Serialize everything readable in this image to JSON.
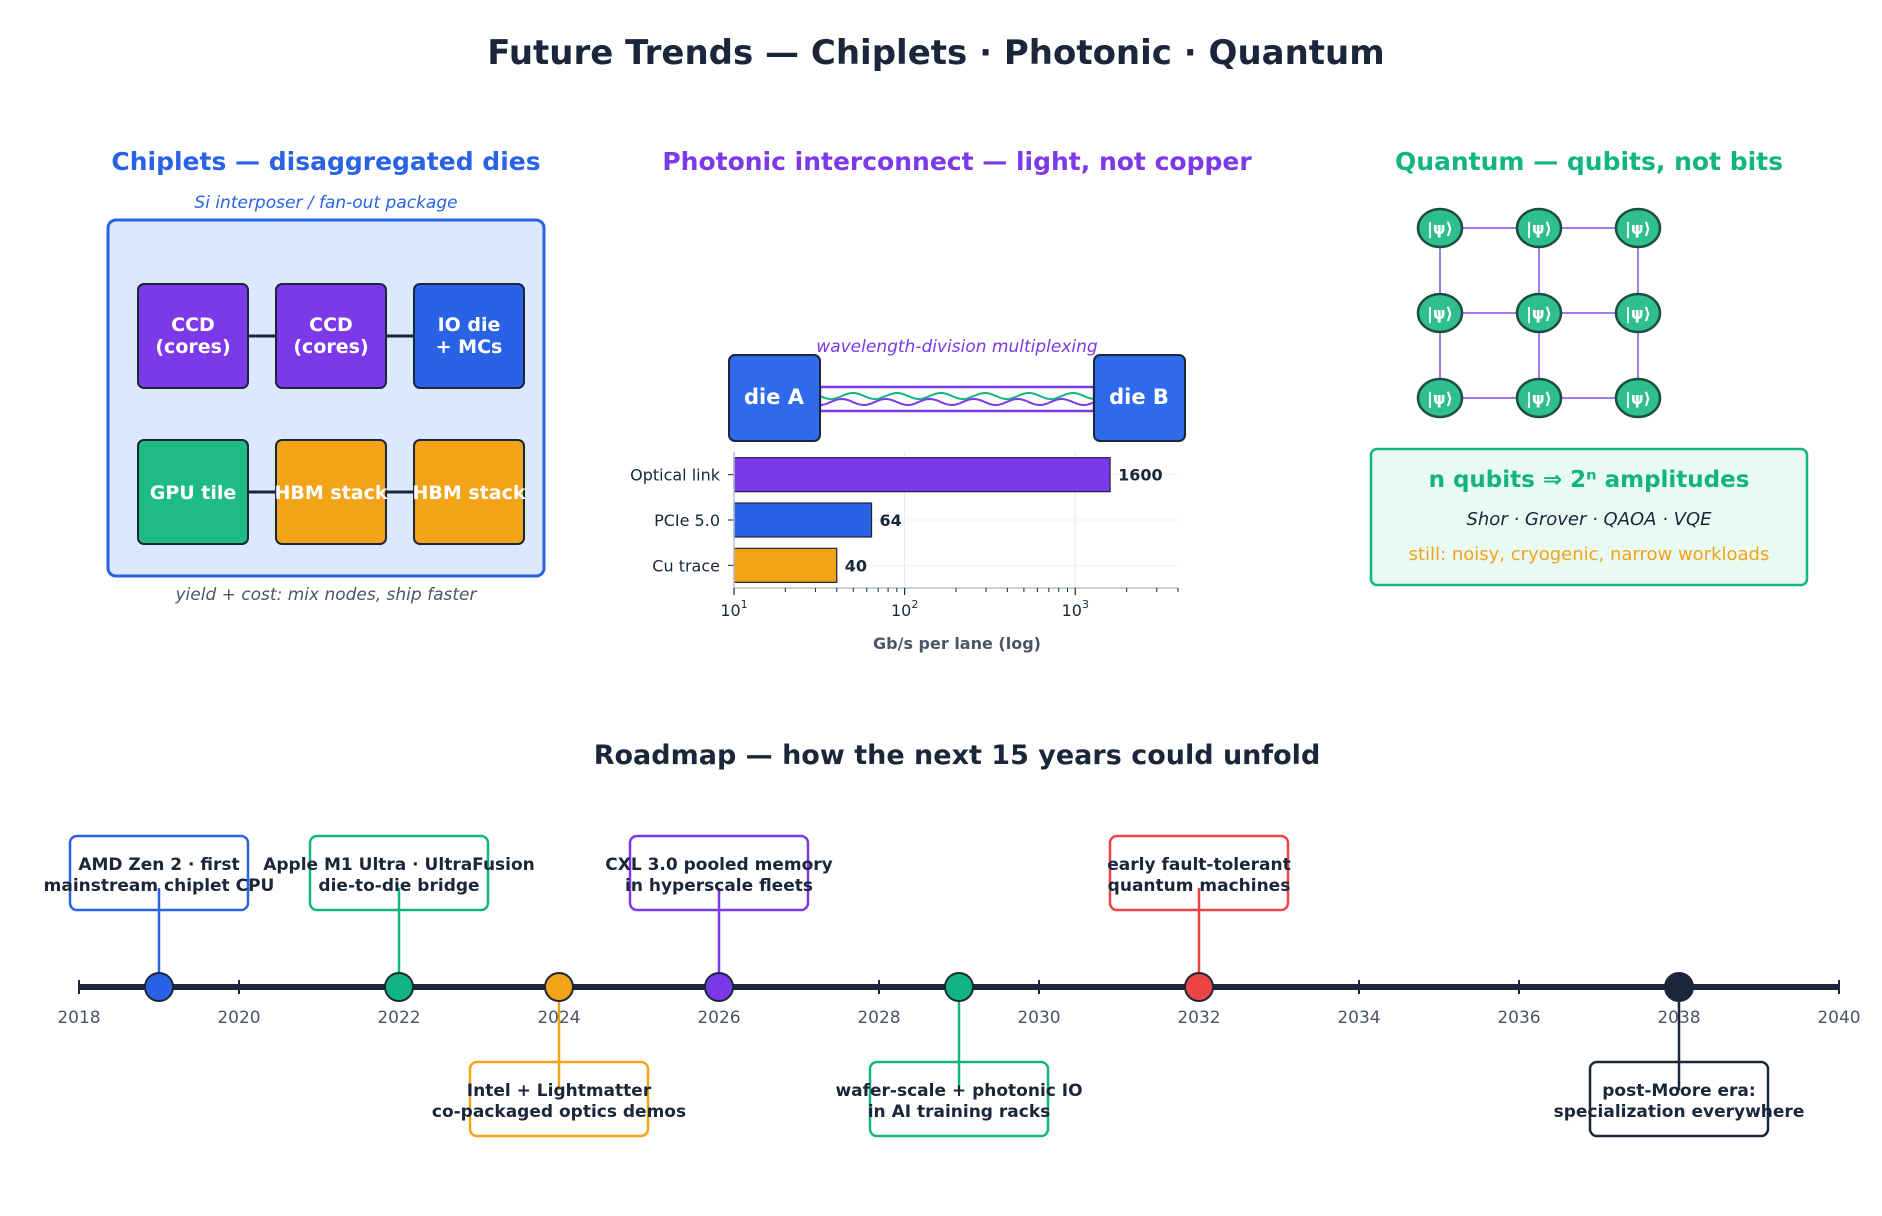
{
  "title": "Future Trends — Chiplets · Photonic · Quantum",
  "colors": {
    "dark": "#1a2639",
    "blue": "#2a62e6",
    "purple": "#7b39ea",
    "green": "#12b582",
    "orange": "#f3a318",
    "red": "#ec4444",
    "gray": "#4b5566"
  },
  "chiplets": {
    "heading": "Chiplets — disaggregated dies",
    "package_label": "Si interposer / fan-out package",
    "footer": "yield + cost: mix nodes, ship faster",
    "dies": [
      {
        "line1": "CCD",
        "line2": "(cores)",
        "color": "#7b39ea"
      },
      {
        "line1": "CCD",
        "line2": "(cores)",
        "color": "#7b39ea"
      },
      {
        "line1": "IO die",
        "line2": "+ MCs",
        "color": "#2a62e6"
      },
      {
        "line1": "GPU tile",
        "line2": "",
        "color": "#1ebb85"
      },
      {
        "line1": "HBM stack",
        "line2": "",
        "color": "#f3a318"
      },
      {
        "line1": "HBM stack",
        "line2": "",
        "color": "#f3a318"
      }
    ]
  },
  "photonic": {
    "heading": "Photonic interconnect — light, not copper",
    "wdm_label": "wavelength-division multiplexing",
    "die_a": "die A",
    "die_b": "die B"
  },
  "chart_data": {
    "type": "bar",
    "orientation": "horizontal",
    "categories": [
      "Optical link",
      "PCIe 5.0",
      "Cu trace"
    ],
    "values": [
      1600,
      64,
      40
    ],
    "colors": [
      "#7b39ea",
      "#2a62e6",
      "#f3a318"
    ],
    "xlabel": "Gb/s per lane (log)",
    "xscale": "log",
    "xlim": [
      10,
      4000
    ],
    "xticks": [
      10,
      100,
      1000
    ],
    "tick_bases": [
      "10",
      "10",
      "10"
    ],
    "tick_exponents": [
      "1",
      "2",
      "3"
    ],
    "grid": true
  },
  "quantum": {
    "heading": "Quantum — qubits, not bits",
    "qubit_symbol": "|ψ⟩",
    "formula": "n qubits  ⇒  2ⁿ amplitudes",
    "algorithms": "Shor · Grover · QAOA · VQE",
    "caveat": "still: noisy, cryogenic, narrow workloads"
  },
  "roadmap": {
    "heading": "Roadmap — how the next 15 years could unfold",
    "axis_min": 2018,
    "axis_max": 2040,
    "tick_labels": [
      "2018",
      "2020",
      "2022",
      "2024",
      "2026",
      "2028",
      "2030",
      "2032",
      "2034",
      "2036",
      "2038",
      "2040"
    ],
    "events": [
      {
        "year": 2019,
        "line1": "AMD Zen 2 · first",
        "line2": "mainstream chiplet CPU",
        "color": "#2a62e6",
        "side": "above"
      },
      {
        "year": 2022,
        "line1": "Apple M1 Ultra · UltraFusion",
        "line2": "die-to-die bridge",
        "color": "#12b582",
        "side": "above"
      },
      {
        "year": 2024,
        "line1": "Intel + Lightmatter",
        "line2": "co-packaged optics demos",
        "color": "#f3a318",
        "side": "below"
      },
      {
        "year": 2026,
        "line1": "CXL 3.0 pooled memory",
        "line2": "in hyperscale fleets",
        "color": "#7b39ea",
        "side": "above"
      },
      {
        "year": 2029,
        "line1": "wafer-scale + photonic IO",
        "line2": "in AI training racks",
        "color": "#12b582",
        "side": "below"
      },
      {
        "year": 2032,
        "line1": "early fault-tolerant",
        "line2": "quantum machines",
        "color": "#ec4444",
        "side": "above"
      },
      {
        "year": 2038,
        "line1": "post-Moore era:",
        "line2": "specialization everywhere",
        "color": "#1a2639",
        "side": "below"
      }
    ]
  }
}
